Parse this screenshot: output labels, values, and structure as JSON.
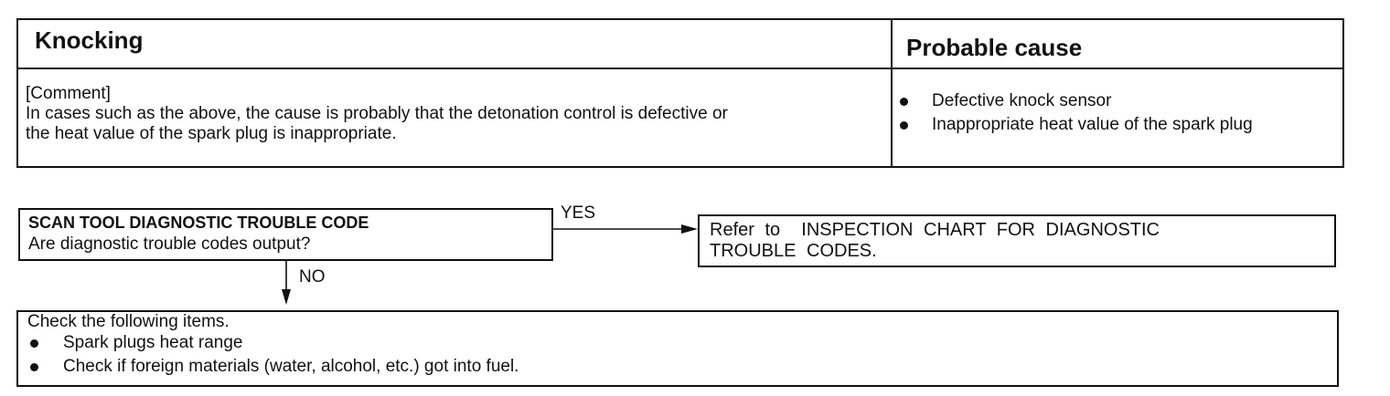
{
  "symptom_table": {
    "symptom_title": "Knocking",
    "cause_header": "Probable cause",
    "comment_label": "[Comment]",
    "comment_lines": [
      "In cases such as the above, the cause is probably that the detonation control is defective or",
      "the heat value of the spark plug is inappropriate."
    ],
    "causes": [
      "Defective knock sensor",
      "Inappropriate heat value of the spark plug"
    ]
  },
  "flowchart": {
    "dtc_box": {
      "title": "SCAN TOOL DIAGNOSTIC TROUBLE CODE",
      "question": "Are diagnostic trouble codes output?"
    },
    "yes_label": "YES",
    "no_label": "NO",
    "reference_box": {
      "lines": [
        "Refer to  INSPECTION CHART FOR DIAGNOSTIC",
        "TROUBLE CODES."
      ]
    },
    "check_box": {
      "intro": "Check the following items.",
      "items": [
        "Spark plugs heat range",
        "Check if foreign materials (water, alcohol, etc.) got into fuel."
      ]
    }
  }
}
